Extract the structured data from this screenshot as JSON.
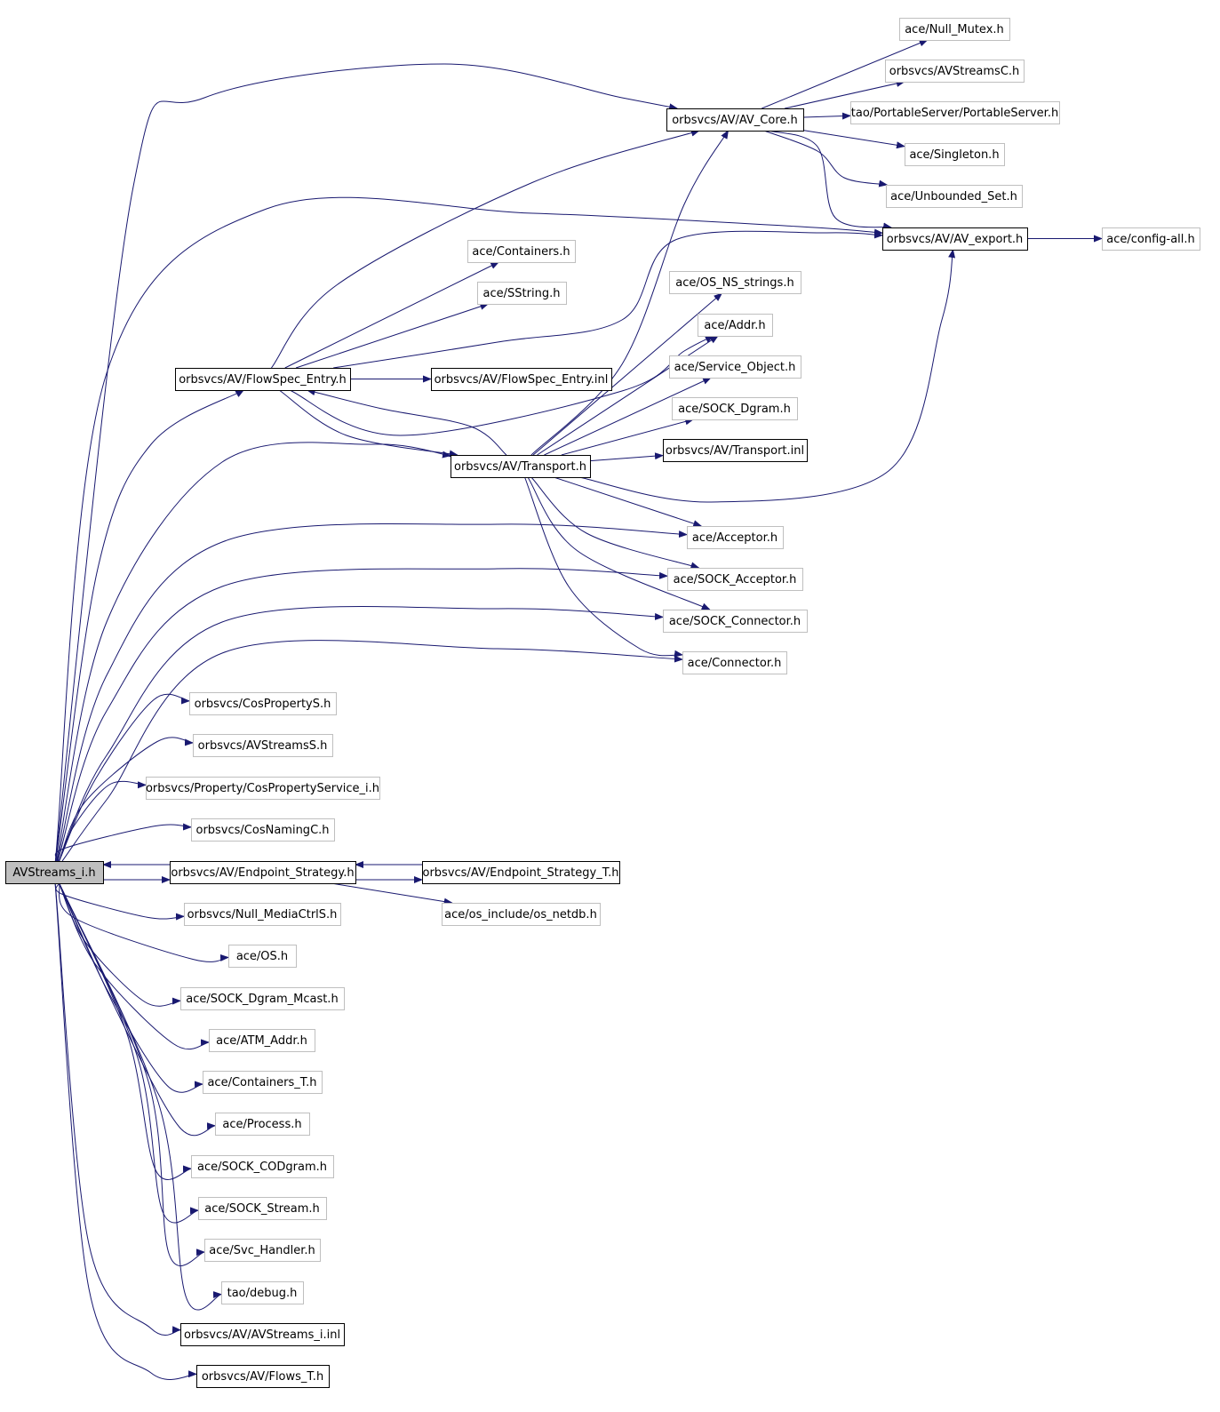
{
  "graph": {
    "kind": "include-dependency-graph",
    "colors": {
      "edge": "#191970",
      "root_fill": "#bfbfbf",
      "documented_border": "#000000",
      "undocumented_border": "#bfbfbf"
    },
    "nodes": [
      {
        "id": "avstreams_i_h",
        "label": "AVStreams_i.h",
        "kind": "root"
      },
      {
        "id": "av_core_h",
        "label": "orbsvcs/AV/AV_Core.h",
        "kind": "documented"
      },
      {
        "id": "null_mutex_h",
        "label": "ace/Null_Mutex.h",
        "kind": "external"
      },
      {
        "id": "avstreamsc_h",
        "label": "orbsvcs/AVStreamsC.h",
        "kind": "external"
      },
      {
        "id": "portableserver_h",
        "label": "tao/PortableServer/PortableServer.h",
        "kind": "external"
      },
      {
        "id": "singleton_h",
        "label": "ace/Singleton.h",
        "kind": "external"
      },
      {
        "id": "unbounded_set_h",
        "label": "ace/Unbounded_Set.h",
        "kind": "external"
      },
      {
        "id": "av_export_h",
        "label": "orbsvcs/AV/AV_export.h",
        "kind": "documented"
      },
      {
        "id": "config_all_h",
        "label": "ace/config-all.h",
        "kind": "external"
      },
      {
        "id": "containers_h",
        "label": "ace/Containers.h",
        "kind": "external"
      },
      {
        "id": "sstring_h",
        "label": "ace/SString.h",
        "kind": "external"
      },
      {
        "id": "os_ns_strings_h",
        "label": "ace/OS_NS_strings.h",
        "kind": "external"
      },
      {
        "id": "addr_h",
        "label": "ace/Addr.h",
        "kind": "external"
      },
      {
        "id": "service_object_h",
        "label": "ace/Service_Object.h",
        "kind": "external"
      },
      {
        "id": "sock_dgram_h",
        "label": "ace/SOCK_Dgram.h",
        "kind": "external"
      },
      {
        "id": "transport_inl",
        "label": "orbsvcs/AV/Transport.inl",
        "kind": "documented"
      },
      {
        "id": "flowspec_entry_h",
        "label": "orbsvcs/AV/FlowSpec_Entry.h",
        "kind": "documented"
      },
      {
        "id": "flowspec_entry_inl",
        "label": "orbsvcs/AV/FlowSpec_Entry.inl",
        "kind": "documented"
      },
      {
        "id": "transport_h",
        "label": "orbsvcs/AV/Transport.h",
        "kind": "documented"
      },
      {
        "id": "acceptor_h",
        "label": "ace/Acceptor.h",
        "kind": "external"
      },
      {
        "id": "sock_acceptor_h",
        "label": "ace/SOCK_Acceptor.h",
        "kind": "external"
      },
      {
        "id": "sock_connector_h",
        "label": "ace/SOCK_Connector.h",
        "kind": "external"
      },
      {
        "id": "connector_h",
        "label": "ace/Connector.h",
        "kind": "external"
      },
      {
        "id": "cospropertys_h",
        "label": "orbsvcs/CosPropertyS.h",
        "kind": "external"
      },
      {
        "id": "avstreamss_h",
        "label": "orbsvcs/AVStreamsS.h",
        "kind": "external"
      },
      {
        "id": "cospropertyservice_i_h",
        "label": "orbsvcs/Property/CosPropertyService_i.h",
        "kind": "external"
      },
      {
        "id": "cosnamingc_h",
        "label": "orbsvcs/CosNamingC.h",
        "kind": "external"
      },
      {
        "id": "endpoint_strategy_h",
        "label": "orbsvcs/AV/Endpoint_Strategy.h",
        "kind": "documented"
      },
      {
        "id": "endpoint_strategy_t_h",
        "label": "orbsvcs/AV/Endpoint_Strategy_T.h",
        "kind": "documented"
      },
      {
        "id": "os_netdb_h",
        "label": "ace/os_include/os_netdb.h",
        "kind": "external"
      },
      {
        "id": "null_mediactrls_h",
        "label": "orbsvcs/Null_MediaCtrlS.h",
        "kind": "external"
      },
      {
        "id": "os_h",
        "label": "ace/OS.h",
        "kind": "external"
      },
      {
        "id": "sock_dgram_mcast_h",
        "label": "ace/SOCK_Dgram_Mcast.h",
        "kind": "external"
      },
      {
        "id": "atm_addr_h",
        "label": "ace/ATM_Addr.h",
        "kind": "external"
      },
      {
        "id": "containers_t_h",
        "label": "ace/Containers_T.h",
        "kind": "external"
      },
      {
        "id": "process_h",
        "label": "ace/Process.h",
        "kind": "external"
      },
      {
        "id": "sock_codgram_h",
        "label": "ace/SOCK_CODgram.h",
        "kind": "external"
      },
      {
        "id": "sock_stream_h",
        "label": "ace/SOCK_Stream.h",
        "kind": "external"
      },
      {
        "id": "svc_handler_h",
        "label": "ace/Svc_Handler.h",
        "kind": "external"
      },
      {
        "id": "debug_h",
        "label": "tao/debug.h",
        "kind": "external"
      },
      {
        "id": "avstreams_i_inl",
        "label": "orbsvcs/AV/AVStreams_i.inl",
        "kind": "documented"
      },
      {
        "id": "flows_t_h",
        "label": "orbsvcs/AV/Flows_T.h",
        "kind": "documented"
      }
    ],
    "edges": [
      {
        "from": "avstreams_i_h",
        "to": "av_core_h"
      },
      {
        "from": "avstreams_i_h",
        "to": "av_export_h"
      },
      {
        "from": "avstreams_i_h",
        "to": "flowspec_entry_h"
      },
      {
        "from": "avstreams_i_h",
        "to": "transport_h"
      },
      {
        "from": "avstreams_i_h",
        "to": "acceptor_h"
      },
      {
        "from": "avstreams_i_h",
        "to": "sock_acceptor_h"
      },
      {
        "from": "avstreams_i_h",
        "to": "sock_connector_h"
      },
      {
        "from": "avstreams_i_h",
        "to": "connector_h"
      },
      {
        "from": "avstreams_i_h",
        "to": "cospropertys_h"
      },
      {
        "from": "avstreams_i_h",
        "to": "avstreamss_h"
      },
      {
        "from": "avstreams_i_h",
        "to": "cospropertyservice_i_h"
      },
      {
        "from": "avstreams_i_h",
        "to": "cosnamingc_h"
      },
      {
        "from": "avstreams_i_h",
        "to": "endpoint_strategy_h"
      },
      {
        "from": "avstreams_i_h",
        "to": "null_mediactrls_h"
      },
      {
        "from": "avstreams_i_h",
        "to": "os_h"
      },
      {
        "from": "avstreams_i_h",
        "to": "sock_dgram_mcast_h"
      },
      {
        "from": "avstreams_i_h",
        "to": "atm_addr_h"
      },
      {
        "from": "avstreams_i_h",
        "to": "containers_t_h"
      },
      {
        "from": "avstreams_i_h",
        "to": "process_h"
      },
      {
        "from": "avstreams_i_h",
        "to": "sock_codgram_h"
      },
      {
        "from": "avstreams_i_h",
        "to": "sock_stream_h"
      },
      {
        "from": "avstreams_i_h",
        "to": "svc_handler_h"
      },
      {
        "from": "avstreams_i_h",
        "to": "debug_h"
      },
      {
        "from": "avstreams_i_h",
        "to": "avstreams_i_inl"
      },
      {
        "from": "avstreams_i_h",
        "to": "flows_t_h"
      },
      {
        "from": "av_core_h",
        "to": "null_mutex_h"
      },
      {
        "from": "av_core_h",
        "to": "avstreamsc_h"
      },
      {
        "from": "av_core_h",
        "to": "portableserver_h"
      },
      {
        "from": "av_core_h",
        "to": "singleton_h"
      },
      {
        "from": "av_core_h",
        "to": "unbounded_set_h"
      },
      {
        "from": "av_core_h",
        "to": "av_export_h"
      },
      {
        "from": "av_export_h",
        "to": "config_all_h"
      },
      {
        "from": "flowspec_entry_h",
        "to": "av_core_h"
      },
      {
        "from": "flowspec_entry_h",
        "to": "containers_h"
      },
      {
        "from": "flowspec_entry_h",
        "to": "sstring_h"
      },
      {
        "from": "flowspec_entry_h",
        "to": "av_export_h"
      },
      {
        "from": "flowspec_entry_h",
        "to": "flowspec_entry_inl"
      },
      {
        "from": "flowspec_entry_h",
        "to": "addr_h"
      },
      {
        "from": "flowspec_entry_h",
        "to": "transport_h"
      },
      {
        "from": "transport_h",
        "to": "av_core_h"
      },
      {
        "from": "transport_h",
        "to": "flowspec_entry_h"
      },
      {
        "from": "transport_h",
        "to": "os_ns_strings_h"
      },
      {
        "from": "transport_h",
        "to": "addr_h"
      },
      {
        "from": "transport_h",
        "to": "service_object_h"
      },
      {
        "from": "transport_h",
        "to": "sock_dgram_h"
      },
      {
        "from": "transport_h",
        "to": "transport_inl"
      },
      {
        "from": "transport_h",
        "to": "av_export_h"
      },
      {
        "from": "transport_h",
        "to": "acceptor_h"
      },
      {
        "from": "transport_h",
        "to": "sock_acceptor_h"
      },
      {
        "from": "transport_h",
        "to": "sock_connector_h"
      },
      {
        "from": "transport_h",
        "to": "connector_h"
      },
      {
        "from": "endpoint_strategy_h",
        "to": "avstreams_i_h"
      },
      {
        "from": "endpoint_strategy_h",
        "to": "endpoint_strategy_t_h"
      },
      {
        "from": "endpoint_strategy_h",
        "to": "os_netdb_h"
      },
      {
        "from": "endpoint_strategy_t_h",
        "to": "endpoint_strategy_h"
      }
    ]
  }
}
